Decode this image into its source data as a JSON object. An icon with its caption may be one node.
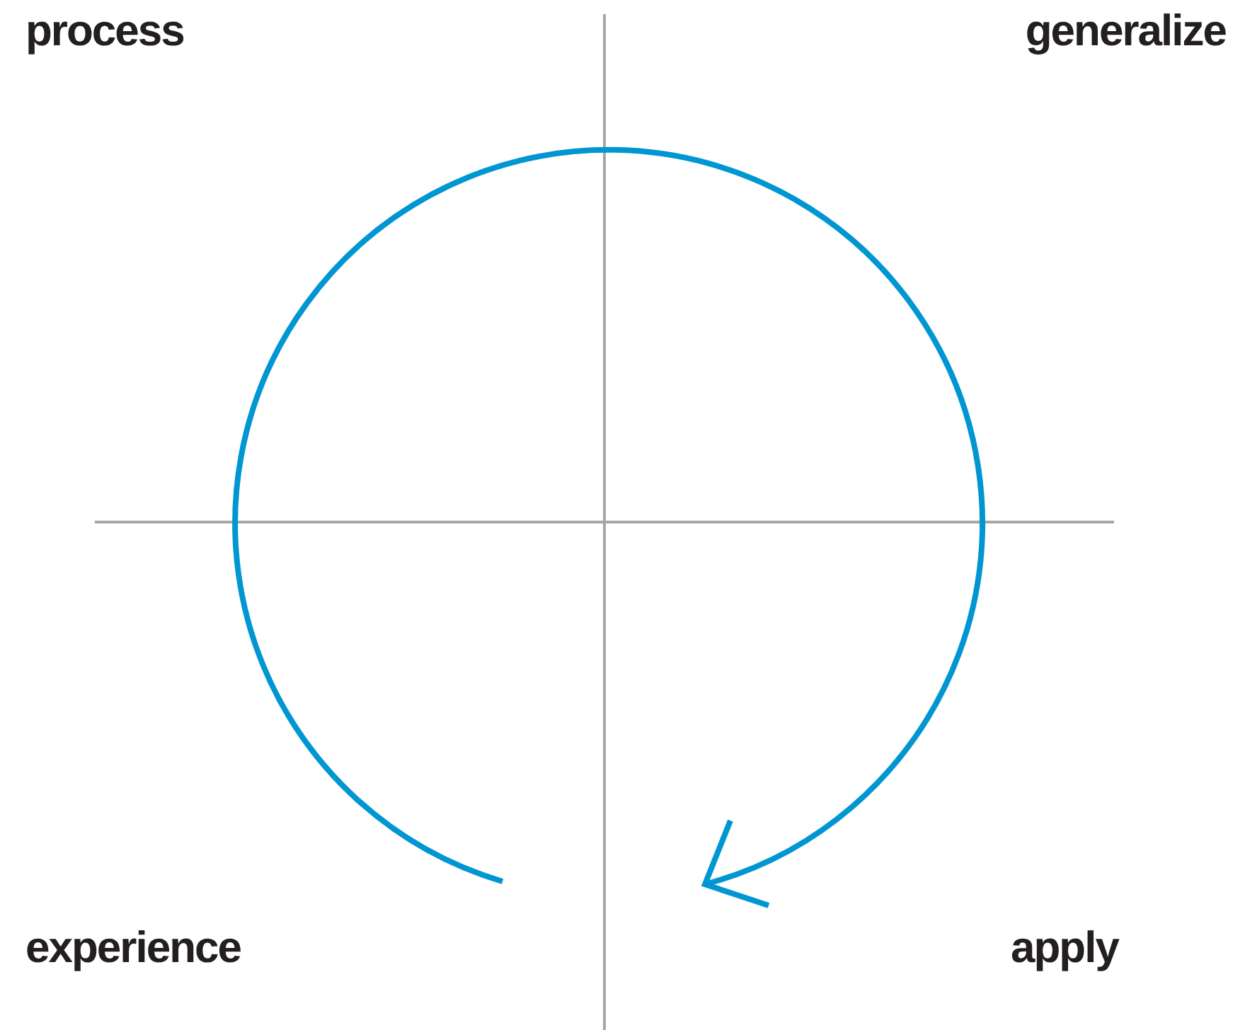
{
  "diagram": {
    "labels": [
      "process",
      "generalize",
      "experience",
      "apply"
    ]
  }
}
